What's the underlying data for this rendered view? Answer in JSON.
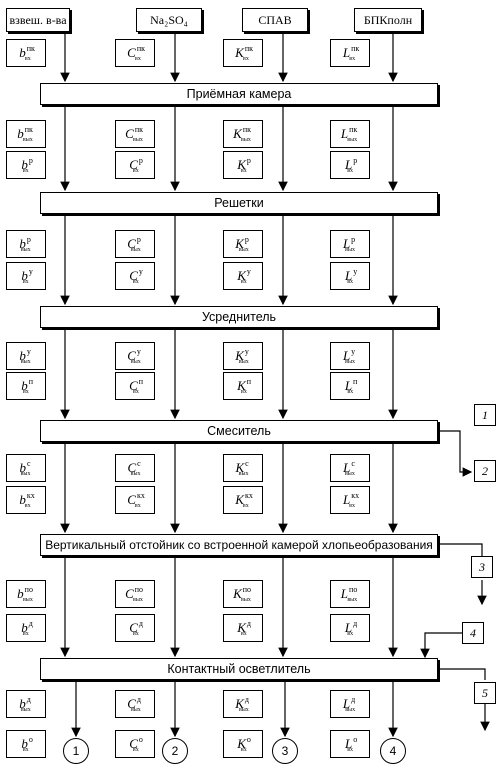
{
  "headers": [
    "взвеш. в-ва",
    "Na₂SO₄",
    "СПАВ",
    "БПКполн"
  ],
  "stages": [
    "Приёмная камера",
    "Решетки",
    "Усреднитель",
    "Смеситель",
    "Вертикальный отстойник со встроенной камерой хлопьеобразования",
    "Контактный осветлитель"
  ],
  "symbols": [
    "b",
    "C",
    "K",
    "L"
  ],
  "rows": [
    {
      "sup": "пк",
      "sub": "вх"
    },
    {
      "sup": "пк",
      "sub": "вых"
    },
    {
      "sup": "р",
      "sub": "вх"
    },
    {
      "sup": "р",
      "sub": "вых"
    },
    {
      "sup": "у",
      "sub": "вх"
    },
    {
      "sup": "у",
      "sub": "вых"
    },
    {
      "sup": "п",
      "sub": "вх"
    },
    {
      "sup": "с",
      "sub": "вых"
    },
    {
      "sup": "кх",
      "sub": "вх"
    },
    {
      "sup": "по",
      "sub": "вых"
    },
    {
      "sup": "д",
      "sub": "вх"
    },
    {
      "sup": "д",
      "sub": "вых"
    },
    {
      "sup": "о",
      "sub": "вх"
    }
  ],
  "side_numbers": [
    "1",
    "2",
    "3",
    "4",
    "5"
  ],
  "outputs": [
    "1",
    "2",
    "3",
    "4"
  ]
}
